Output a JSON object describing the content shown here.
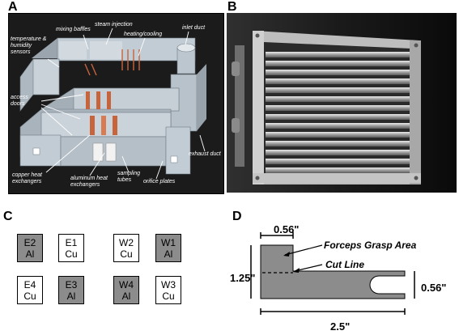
{
  "panels": {
    "a": {
      "letter": "A",
      "labels": {
        "mixing": "mixing baffles",
        "steam": "steam injection",
        "heating": "heating/cooling",
        "temp": "temperature &\nhumidity\nsensors",
        "inlet": "inlet duct",
        "access": "access\ndoors",
        "exhaust": "exhaust duct",
        "copper": "copper heat\nexchangers",
        "aluminum": "aluminum heat\nexchangers",
        "sampling": "sampling\ntubes",
        "orifice": "orifice plates"
      }
    },
    "b": {
      "letter": "B"
    },
    "c": {
      "letter": "C",
      "cells": [
        {
          "id": "E2",
          "metal": "Al",
          "fill": "gray"
        },
        {
          "id": "E1",
          "metal": "Cu",
          "fill": "white"
        },
        {
          "id": "W2",
          "metal": "Cu",
          "fill": "white"
        },
        {
          "id": "W1",
          "metal": "Al",
          "fill": "gray"
        },
        {
          "id": "E4",
          "metal": "Cu",
          "fill": "white"
        },
        {
          "id": "E3",
          "metal": "Al",
          "fill": "gray"
        },
        {
          "id": "W4",
          "metal": "Al",
          "fill": "gray"
        },
        {
          "id": "W3",
          "metal": "Cu",
          "fill": "white"
        }
      ]
    },
    "d": {
      "letter": "D",
      "dim_top": "0.56\"",
      "dim_left": "1.25\"",
      "dim_right": "0.56\"",
      "dim_bottom": "2.5\"",
      "forceps_label": "Forceps Grasp Area",
      "cut_label": "Cut Line"
    }
  },
  "colors": {
    "panel_a_bg": "#1b1b1b",
    "duct": "#b9c3cc",
    "copper": "#c8643c",
    "sample_gray": "#8c8c8c"
  }
}
